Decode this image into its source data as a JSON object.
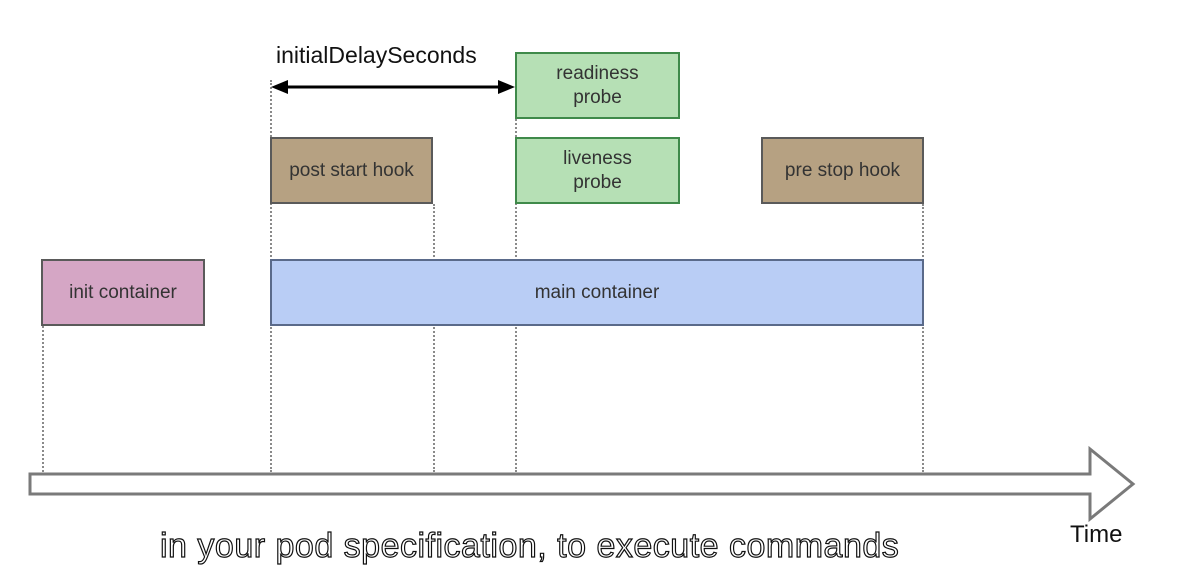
{
  "labels": {
    "initial_delay": "initialDelaySeconds",
    "readiness_probe": "readiness\nprobe",
    "liveness_probe": "liveness\nprobe",
    "post_start_hook": "post start hook",
    "pre_stop_hook": "pre stop hook",
    "init_container": "init container",
    "main_container": "main container",
    "time": "Time",
    "caption": "in your pod specification, to execute commands"
  },
  "colors": {
    "probe": "#b6e0b5",
    "probe_border": "#3f8a4a",
    "hook": "#b6a182",
    "init": "#d5a6c5",
    "main": "#b9cdf5",
    "main_border": "#5a6a8a"
  }
}
